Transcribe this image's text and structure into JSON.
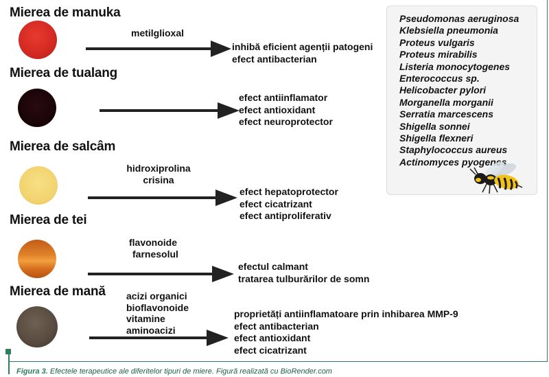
{
  "honeys": [
    {
      "name": "Mierea de manuka",
      "compounds": [
        "metilglioxal"
      ],
      "effects": [
        "inhibă eficient agenții patogeni",
        "efect antibacterian"
      ]
    },
    {
      "name": "Mierea de tualang",
      "compounds": [],
      "effects": [
        "efect antiinflamator",
        "efect antioxidant",
        "efect  neuroprotector"
      ]
    },
    {
      "name": "Mierea de salcâm",
      "compounds": [
        "hidroxiprolina",
        "crisina"
      ],
      "effects": [
        "efect hepatoprotector",
        "efect cicatrizant",
        "efect antiproliferativ"
      ]
    },
    {
      "name": "Mierea de tei",
      "compounds": [
        "flavonoide",
        "farnesolul"
      ],
      "effects": [
        "efectul calmant",
        "tratarea tulburărilor de somn"
      ]
    },
    {
      "name": "Mierea de mană",
      "compounds": [
        "acizi  organici",
        "bioflavonoide",
        "vitamine",
        "aminoacizi"
      ],
      "effects": [
        "proprietăți antiinflamatoare prin inhibarea MMP-9",
        "efect antibacterian",
        "efect antioxidant",
        "efect cicatrizant"
      ]
    }
  ],
  "bacteria": [
    "Pseudomonas aeruginosa",
    "Klebsiella pneumonia",
    "Proteus vulgaris",
    "Proteus mirabilis",
    "Listeria monocytogenes",
    "Enterococcus sp.",
    "Helicobacter pylori",
    "Morganella morganii",
    "Serratia marcescens",
    "Shigella sonnei",
    "Shigella flexneri",
    "Staphylococcus aureus",
    "Actinomyces pyogenes"
  ],
  "caption": {
    "figure": "Figura 3.",
    "text": " Efectele terapeutice ale diferitelor tipuri de miere. Figură realizată cu BioRender.com"
  },
  "colors": {
    "manuka": "#d42a22",
    "tualang": "#1a0508",
    "salcam": "#f2d470",
    "tei": "#e0822a",
    "mana": "#5a4c40",
    "accent": "#2f7d5b"
  },
  "icons": {
    "insect": "wasp-icon",
    "arrow": "arrow-right-icon"
  }
}
